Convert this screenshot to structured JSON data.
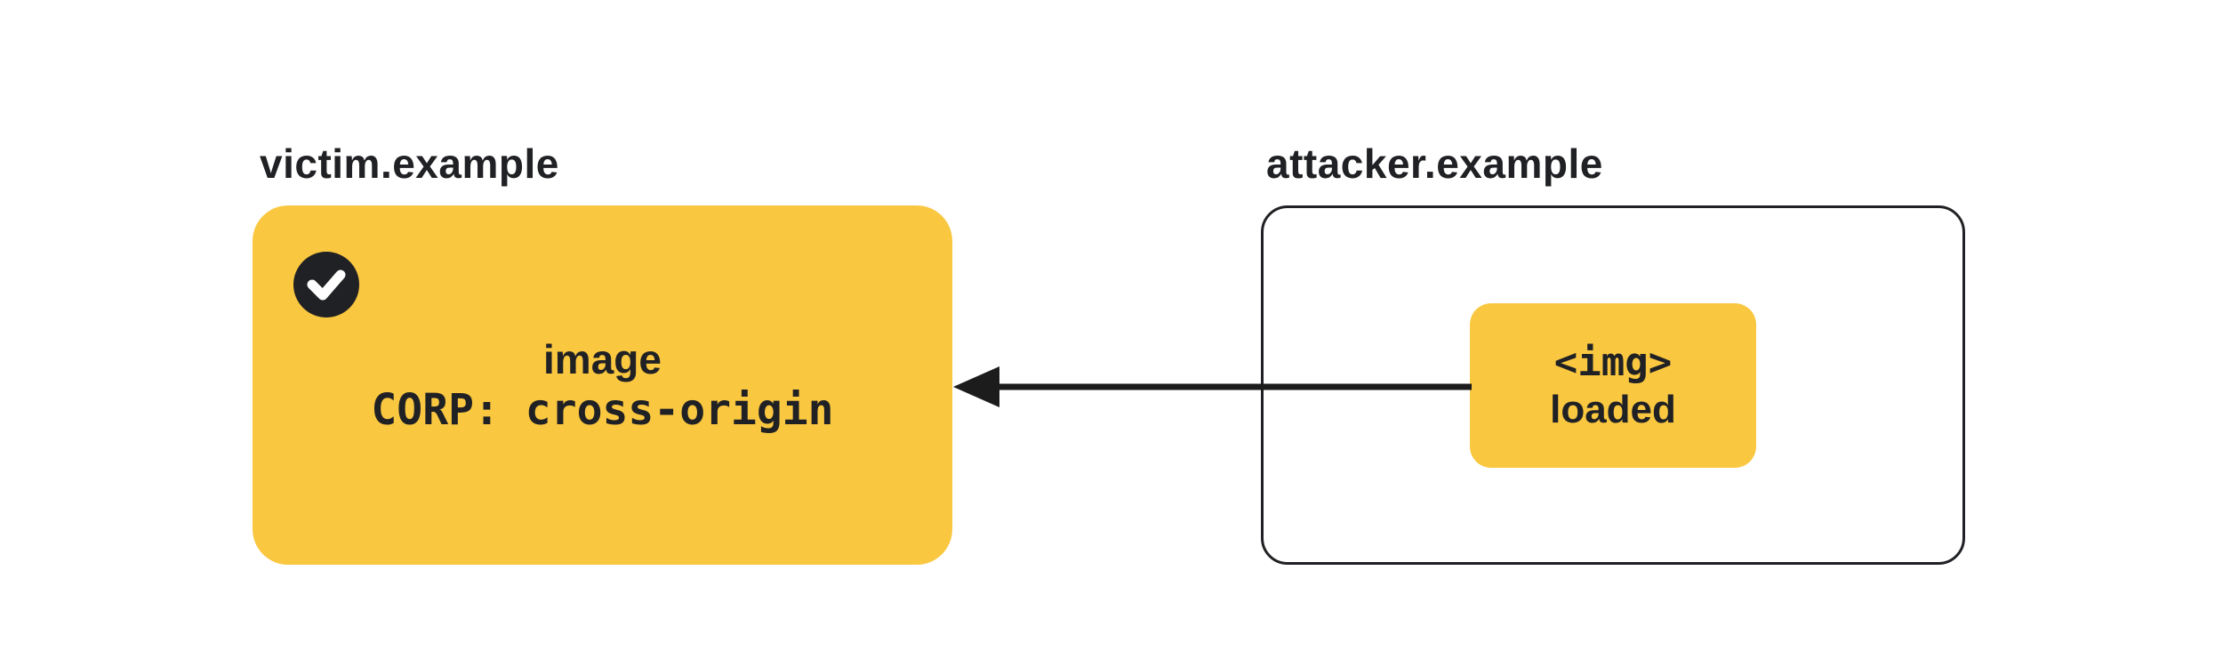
{
  "diagram": {
    "title_hint": "CORP cross-origin image embedding diagram",
    "victim": {
      "label": "victim.example",
      "resource_type": "image",
      "corp_header": "CORP: cross-origin",
      "status_icon": "checkmark-icon"
    },
    "attacker": {
      "label": "attacker.example",
      "embed_tag": "<img>",
      "embed_status": "loaded"
    },
    "arrow": {
      "direction": "attacker-to-victim",
      "meaning": "cross-origin image request"
    },
    "colors": {
      "yellow": "#FAC740",
      "ink": "#202124",
      "background": "#ffffff"
    }
  }
}
